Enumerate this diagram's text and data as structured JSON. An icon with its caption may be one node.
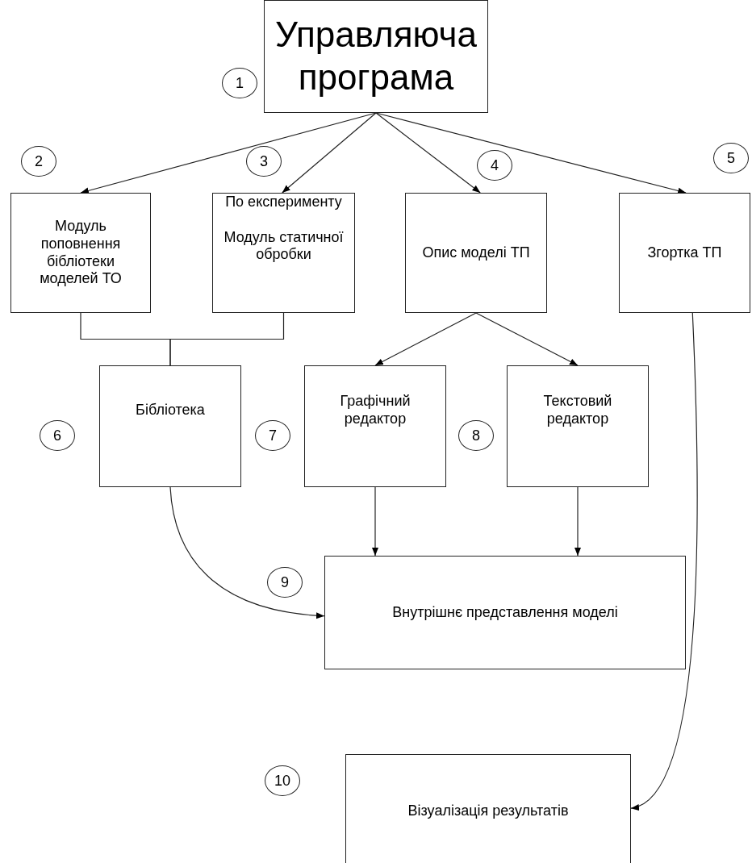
{
  "diagram": {
    "nodes": [
      {
        "text": [
          "Управляюча програма"
        ]
      },
      {
        "text": [
          "Модуль поповнення бібліотеки моделей ТО"
        ]
      },
      {
        "text": [
          "По експерименту",
          "Модуль статичної обробки"
        ]
      },
      {
        "text": [
          "Опис моделі ТП"
        ]
      },
      {
        "text": [
          "Згортка ТП"
        ]
      },
      {
        "text": [
          "Бібліотека"
        ]
      },
      {
        "text": [
          "Графічний редактор"
        ]
      },
      {
        "text": [
          "Текстовий редактор"
        ]
      },
      {
        "text": [
          "Внутрішнє представлення моделі"
        ]
      },
      {
        "text": [
          "Візуалізація результатів"
        ]
      }
    ],
    "edges": [
      {
        "from": 0,
        "to": 1,
        "arrow": "to"
      },
      {
        "from": 0,
        "to": 2,
        "arrow": "to"
      },
      {
        "from": 0,
        "to": 3,
        "arrow": "to"
      },
      {
        "from": 0,
        "to": 4,
        "arrow": "to"
      },
      {
        "from": 1,
        "to": 5,
        "arrow": "none"
      },
      {
        "from": 2,
        "to": 5,
        "arrow": "none"
      },
      {
        "from": 3,
        "to": 6,
        "arrow": "to"
      },
      {
        "from": 3,
        "to": 7,
        "arrow": "to"
      },
      {
        "from": 6,
        "to": 8,
        "arrow": "to"
      },
      {
        "from": 7,
        "to": 8,
        "arrow": "to"
      },
      {
        "from": 5,
        "to": 8,
        "arrow": "to"
      },
      {
        "from": 4,
        "to": 9,
        "arrow": "to"
      }
    ],
    "labels": [
      "1",
      "2",
      "3",
      "4",
      "5",
      "6",
      "7",
      "8",
      "9",
      "10"
    ]
  }
}
